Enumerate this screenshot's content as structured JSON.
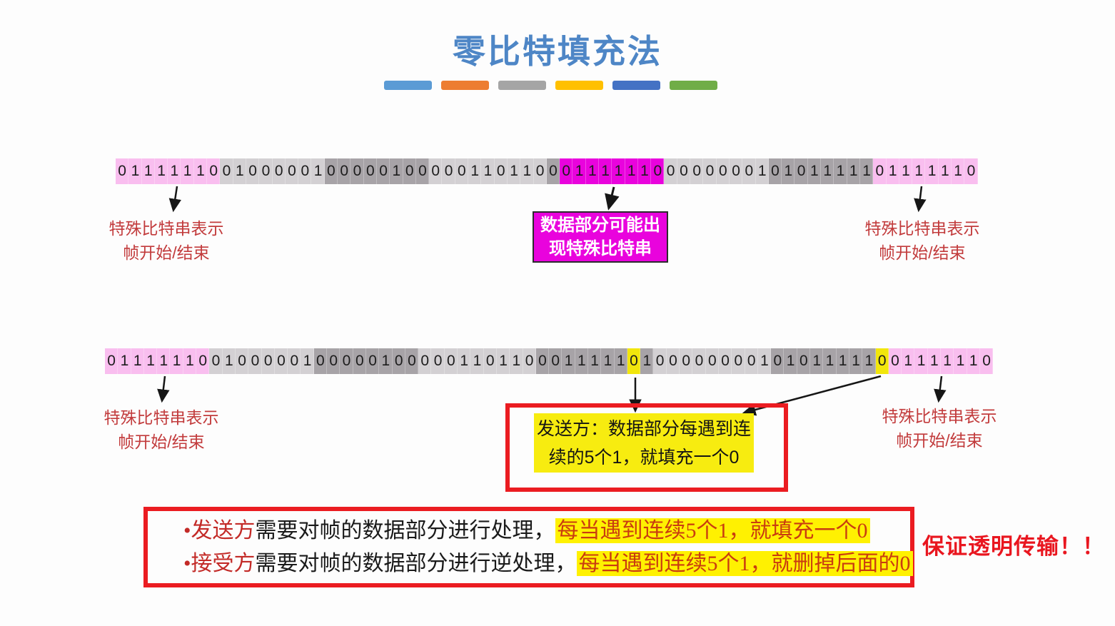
{
  "title": "零比特填充法",
  "divider_colors": [
    "#5B9BD5",
    "#ED7D31",
    "#A5A5A5",
    "#FFC000",
    "#4472C4",
    "#70AD47"
  ],
  "palette": {
    "flag_pink": "#f9beef",
    "light_gray": "#d3d0d3",
    "dark_gray": "#a7a3a7",
    "special_magenta": "#e903dd",
    "stuff_yellow": "#f2e60c",
    "label_red": "#c23b3c",
    "border_red": "#eb1c21",
    "highlight_yellow": "#fff101",
    "highlight_text_red": "#c93c10",
    "accent_red": "#e9161f",
    "title_blue": "#4e86c6"
  },
  "row_original": {
    "description": "original frame bits",
    "segments": [
      {
        "bits": "01111110",
        "c": "flag"
      },
      {
        "bits": "01000001",
        "c": "light"
      },
      {
        "bits": "00000100",
        "c": "dark"
      },
      {
        "bits": "000110110",
        "c": "light"
      },
      {
        "bits": "0",
        "c": "dark"
      },
      {
        "bits": "01111110",
        "c": "special"
      },
      {
        "bits": "00000001",
        "c": "light"
      },
      {
        "bits": "01011111",
        "c": "dark"
      },
      {
        "bits": "01111110",
        "c": "flag"
      }
    ]
  },
  "row_stuffed": {
    "description": "frame bits after zero-bit stuffing",
    "segments": [
      {
        "bits": "01111110",
        "c": "flag"
      },
      {
        "bits": "01000001",
        "c": "light"
      },
      {
        "bits": "00000100",
        "c": "dark"
      },
      {
        "bits": "000110110",
        "c": "light"
      },
      {
        "bits": "0011111",
        "c": "dark"
      },
      {
        "bits": "0",
        "c": "stuff"
      },
      {
        "bits": "1",
        "c": "dark"
      },
      {
        "bits": "000000001",
        "c": "light"
      },
      {
        "bits": "01011111",
        "c": "dark"
      },
      {
        "bits": "0",
        "c": "stuff"
      },
      {
        "bits": "01111110",
        "c": "flag"
      }
    ]
  },
  "flag_label": {
    "line1": "特殊比特串表示",
    "line2": "帧开始/结束"
  },
  "magenta_box": {
    "line1": "数据部分可能出",
    "line2": "现特殊比特串"
  },
  "sender_box": {
    "line1": "发送方：数据部分每遇到连",
    "line2": "续的5个1，就填充一个0"
  },
  "bottom_box": {
    "lines": [
      {
        "bullet": "•",
        "lead": "发送方",
        "body": "需要对帧的数据部分进行处理，",
        "highlight": "每当遇到连续5个1，就填充一个0"
      },
      {
        "bullet": "•",
        "lead": "接受方",
        "body": "需要对帧的数据部分进行逆处理，",
        "highlight": "每当遇到连续5个1，就删掉后面的0"
      }
    ]
  },
  "side_note": "保证透明传输！！"
}
